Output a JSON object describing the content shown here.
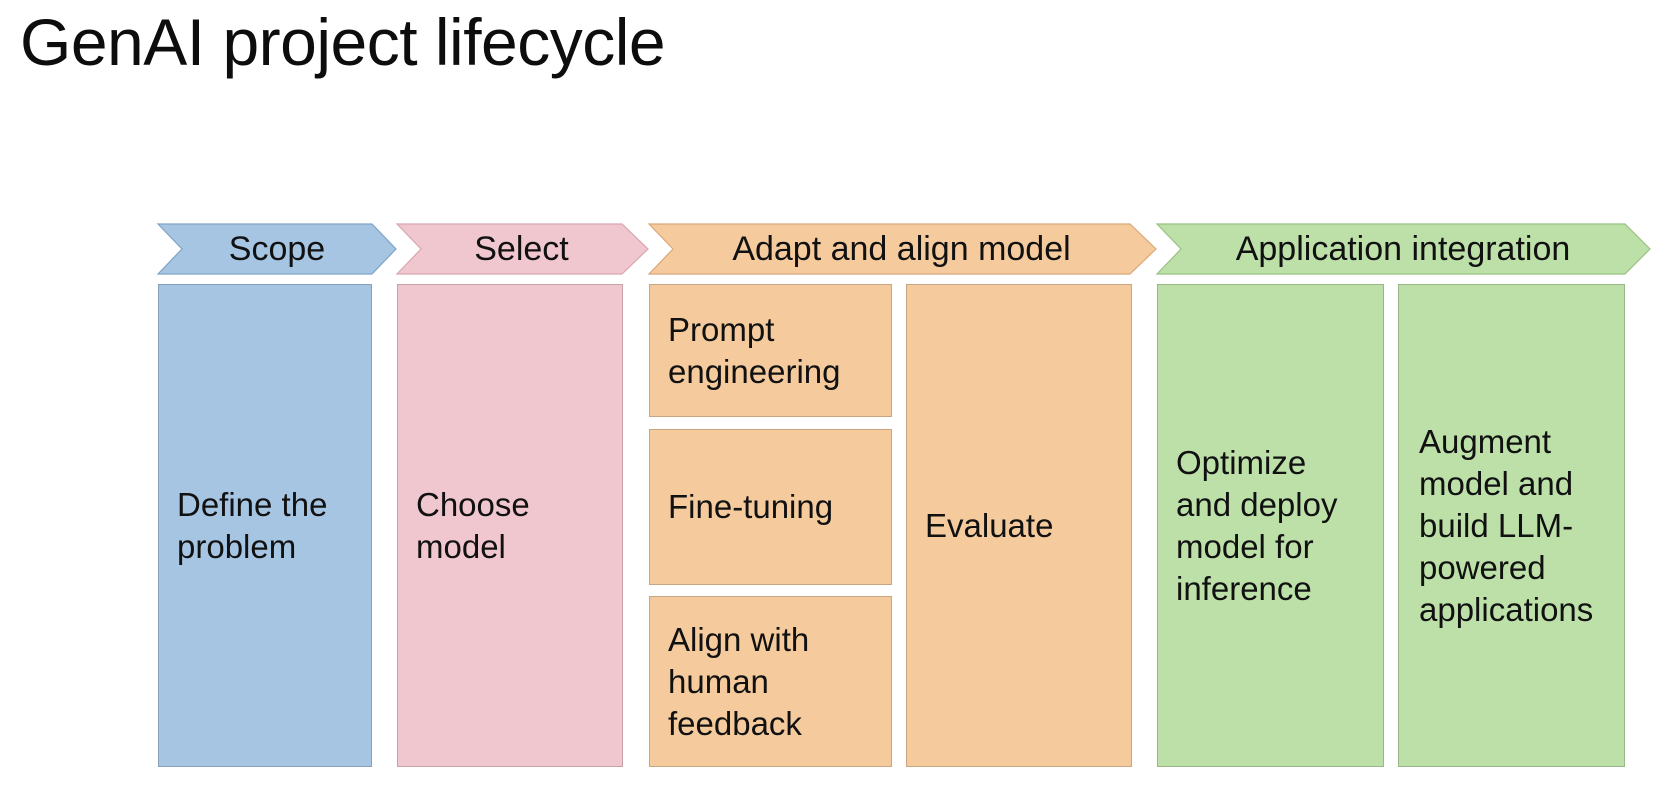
{
  "title": "GenAI project lifecycle",
  "stages": {
    "scope": {
      "label": "Scope",
      "color": "#a6c5e3",
      "task": "Define the\nproblem"
    },
    "select": {
      "label": "Select",
      "color": "#f1c7cf",
      "task": "Choose\nmodel"
    },
    "adapt": {
      "label": "Adapt and align model",
      "color": "#f5cb9e",
      "tasks": [
        "Prompt\nengineering",
        "Fine-tuning",
        "Align with\nhuman\nfeedback"
      ],
      "evaluate": "Evaluate"
    },
    "integration": {
      "label": "Application integration",
      "color": "#bde0a9",
      "tasks": [
        "Optimize\nand deploy\nmodel for\ninference",
        "Augment\nmodel and\nbuild LLM-\npowered\napplications"
      ]
    }
  }
}
